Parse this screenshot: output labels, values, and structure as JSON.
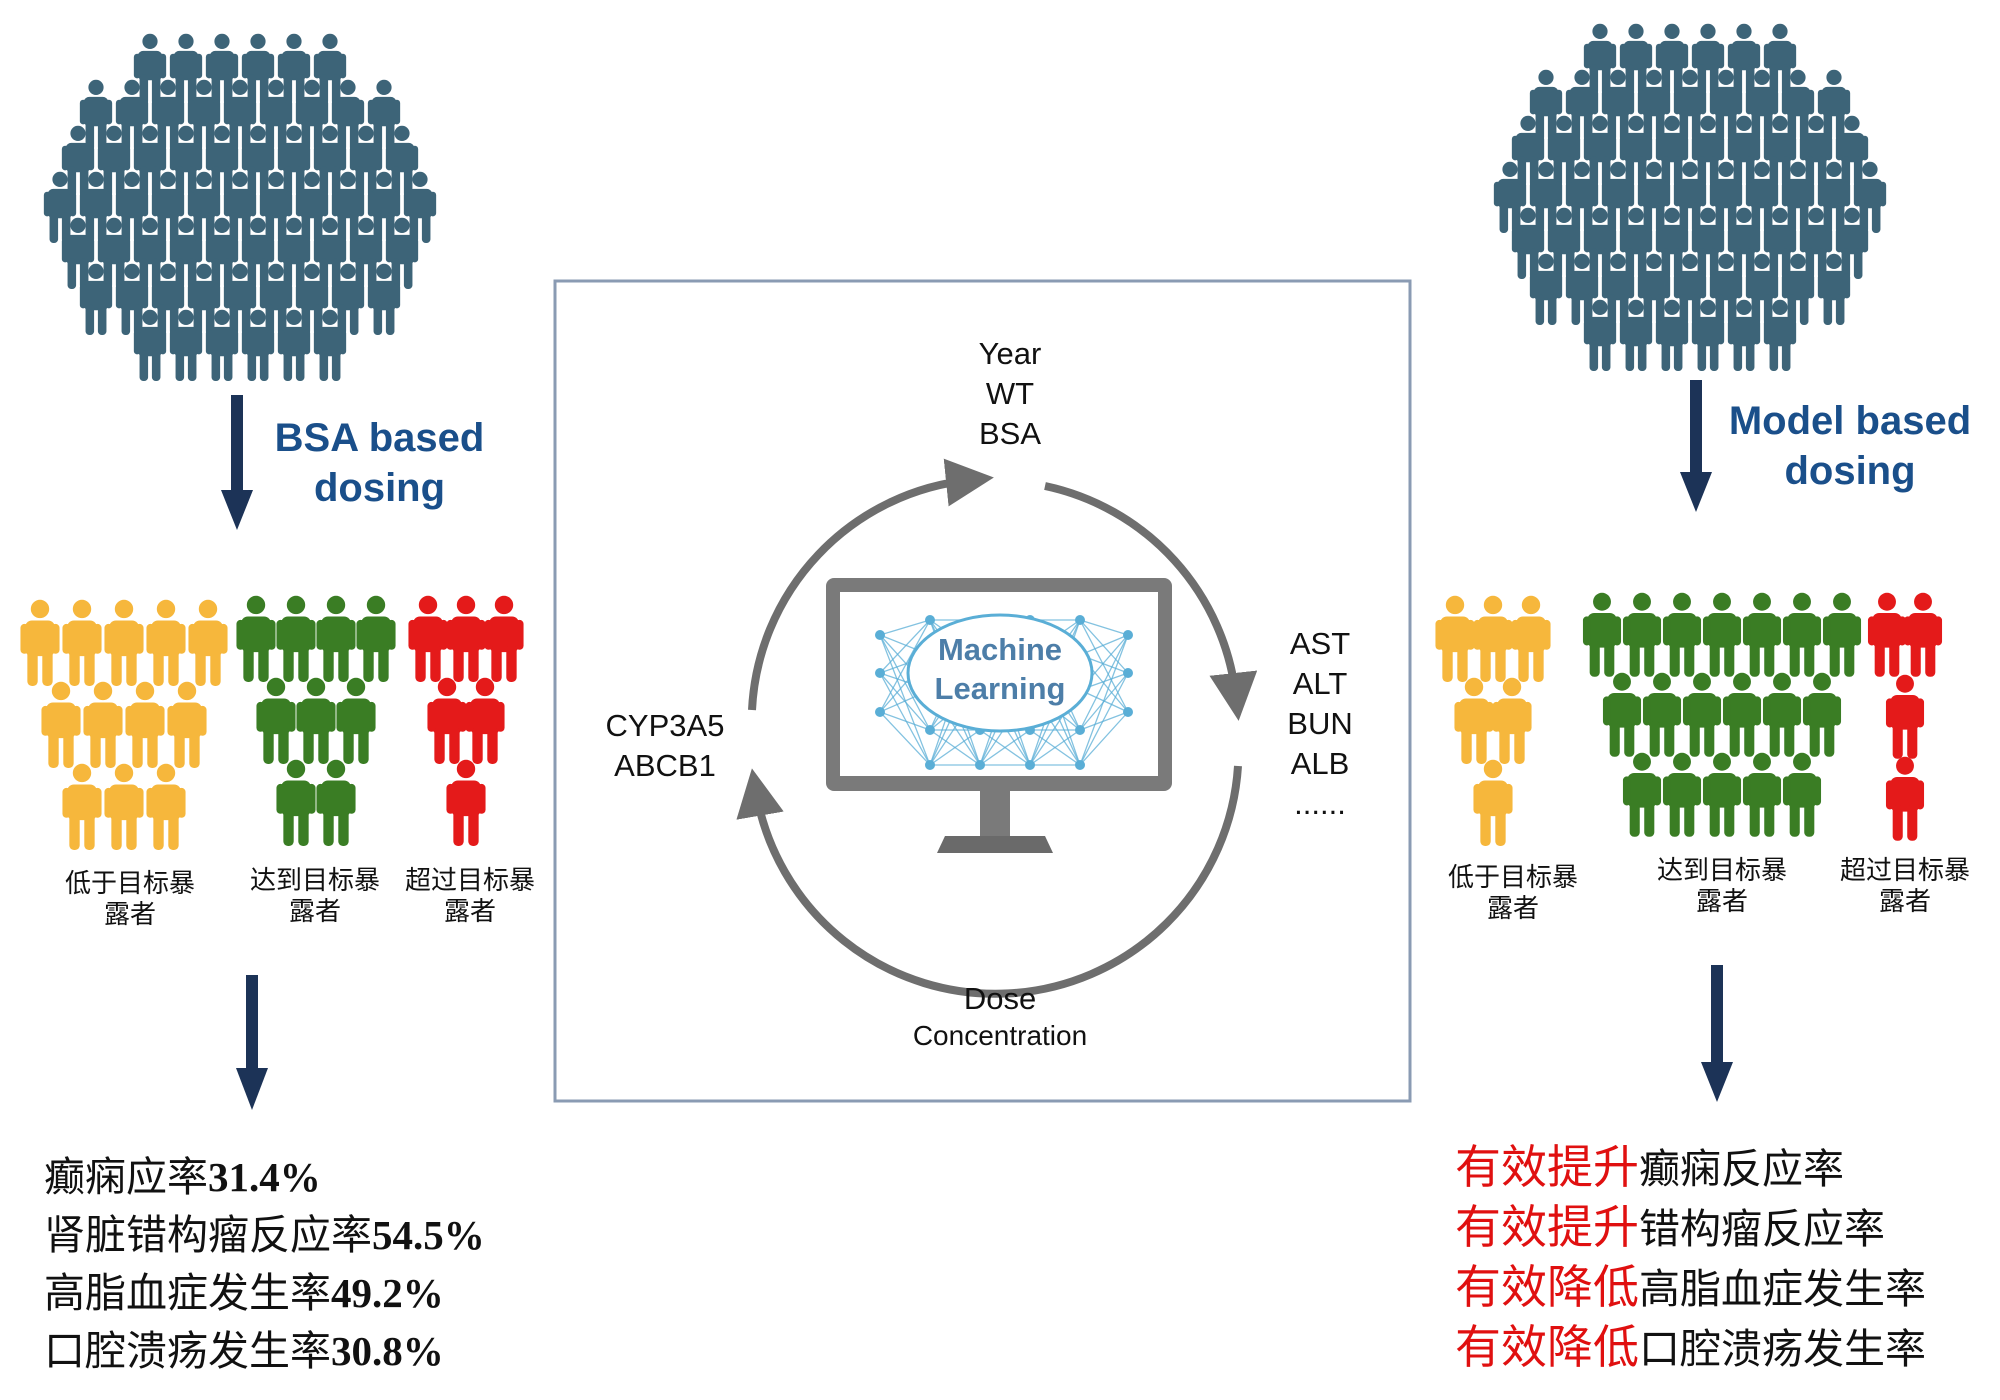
{
  "left_panel": {
    "method_label": "BSA based dosing",
    "groups": [
      {
        "label": "低于目标暴露者",
        "color": "#f6b73c"
      },
      {
        "label": "达到目标暴露者",
        "color": "#3a7d24"
      },
      {
        "label": "超过目标暴露者",
        "color": "#e41a1a"
      }
    ],
    "outcomes": [
      {
        "text": "癫痫应率",
        "value": "31.4%"
      },
      {
        "text": "肾脏错构瘤反应率",
        "value": "54.5%"
      },
      {
        "text": "高脂血症发生率",
        "value": "49.2%"
      },
      {
        "text": "口腔溃疡发生率",
        "value": "30.8%"
      }
    ]
  },
  "right_panel": {
    "method_label": "Model based dosing",
    "groups": [
      {
        "label": "低于目标暴露者",
        "color": "#f6b73c"
      },
      {
        "label": "达到目标暴露者",
        "color": "#3a7d24"
      },
      {
        "label": "超过目标暴露者",
        "color": "#e41a1a"
      }
    ],
    "outcomes": [
      {
        "highlight": "有效提升",
        "text": "癫痫反应率"
      },
      {
        "highlight": "有效提升",
        "text": "错构瘤反应率"
      },
      {
        "highlight": "有效降低",
        "text": "高脂血症发生率"
      },
      {
        "highlight": "有效降低",
        "text": "口腔溃疡发生率"
      }
    ]
  },
  "center": {
    "monitor_label": "Machine Learning",
    "variables_top": [
      "Year",
      "WT",
      "BSA"
    ],
    "variables_right": [
      "AST",
      "ALT",
      "BUN",
      "ALB",
      "......"
    ],
    "variables_left": [
      "CYP3A5",
      "ABCB1"
    ],
    "variables_bottom": [
      "Dose",
      "Concentration"
    ]
  },
  "colors": {
    "crowd": "#3d6478",
    "arrow": "#1c3357",
    "cycle_arrow": "#6e6e6e",
    "accent_text": "#1a4f8a",
    "highlight_red": "#e01010",
    "box_border": "#8a9bb3",
    "network": "#5aaed6"
  },
  "icons": [
    "person-icon",
    "down-arrow-icon",
    "monitor-icon",
    "neural-network-icon",
    "cycle-arrow-icon"
  ]
}
